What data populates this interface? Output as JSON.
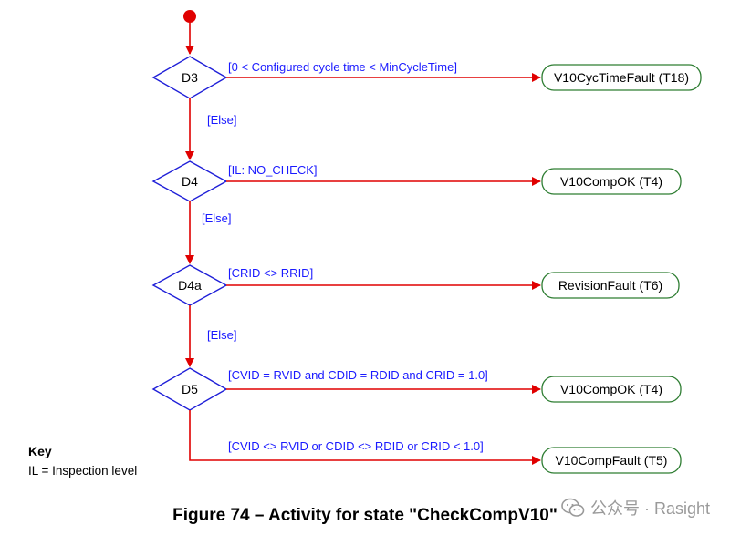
{
  "colors": {
    "flow": "#e00000",
    "decision_stroke": "#1f1fd8",
    "guard_text": "#1a1aff",
    "node_stroke": "#2e7d32",
    "start": "#e00000"
  },
  "decisions": [
    {
      "label": "D3",
      "guard": "[0 < Configured cycle time < MinCycleTime]",
      "target": "V10CycTimeFault (T18)",
      "else": "[Else]"
    },
    {
      "label": "D4",
      "guard": "[IL: NO_CHECK]",
      "target": "V10CompOK (T4)",
      "else": "[Else]"
    },
    {
      "label": "D4a",
      "guard": "[CRID <> RRID]",
      "target": "RevisionFault (T6)",
      "else": "[Else]"
    },
    {
      "label": "D5",
      "guard": "[CVID = RVID and CDID = RDID and CRID = 1.0]",
      "target": "V10CompOK (T4)",
      "else": ""
    }
  ],
  "final_guard": "[CVID <> RVID or CDID <> RDID or CRID < 1.0]",
  "final_target": "V10CompFault (T5)",
  "key": {
    "title": "Key",
    "line": "IL = Inspection  level"
  },
  "caption": "Figure 74 – Activity for state \"CheckCompV10\"",
  "watermark": {
    "icon": "wechat-icon",
    "text": "公众号 · Rasight"
  }
}
